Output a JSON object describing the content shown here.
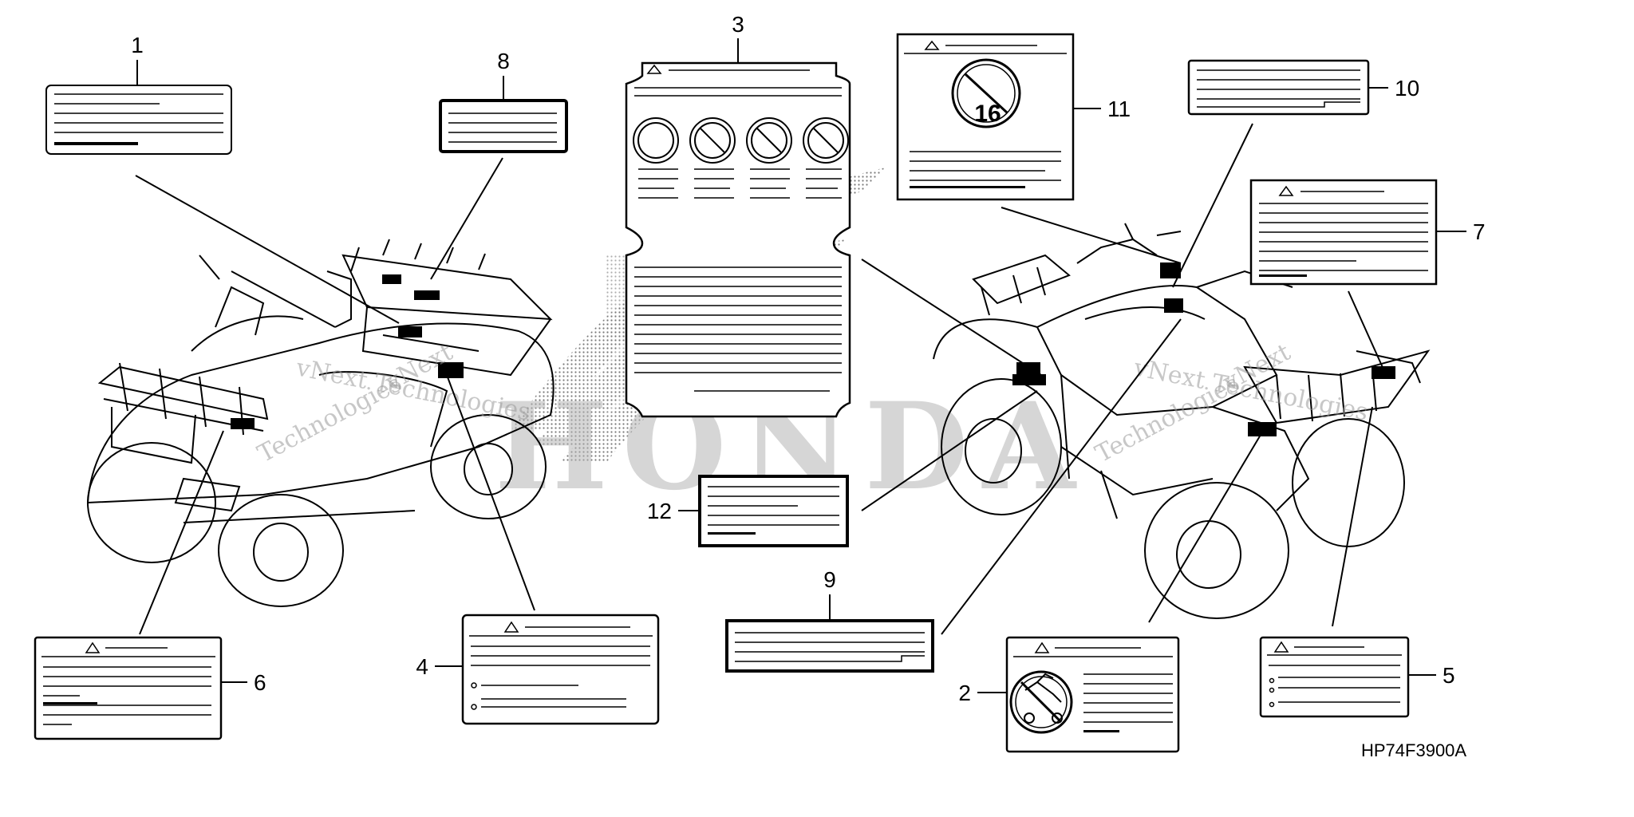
{
  "callouts": {
    "n1": "1",
    "n2": "2",
    "n3": "3",
    "n4": "4",
    "n5": "5",
    "n6": "6",
    "n7": "7",
    "n8": "8",
    "n9": "9",
    "n10": "10",
    "n11": "11",
    "n12": "12"
  },
  "label11_age": "16",
  "diagram_code": "HP74F3900A",
  "watermark": {
    "line1": "vNext",
    "line2": "Technologies",
    "line3": "vNext Technologies"
  },
  "brand_mark": "HONDA",
  "colors": {
    "ink": "#000000",
    "stipple": "#7a7a7a"
  }
}
